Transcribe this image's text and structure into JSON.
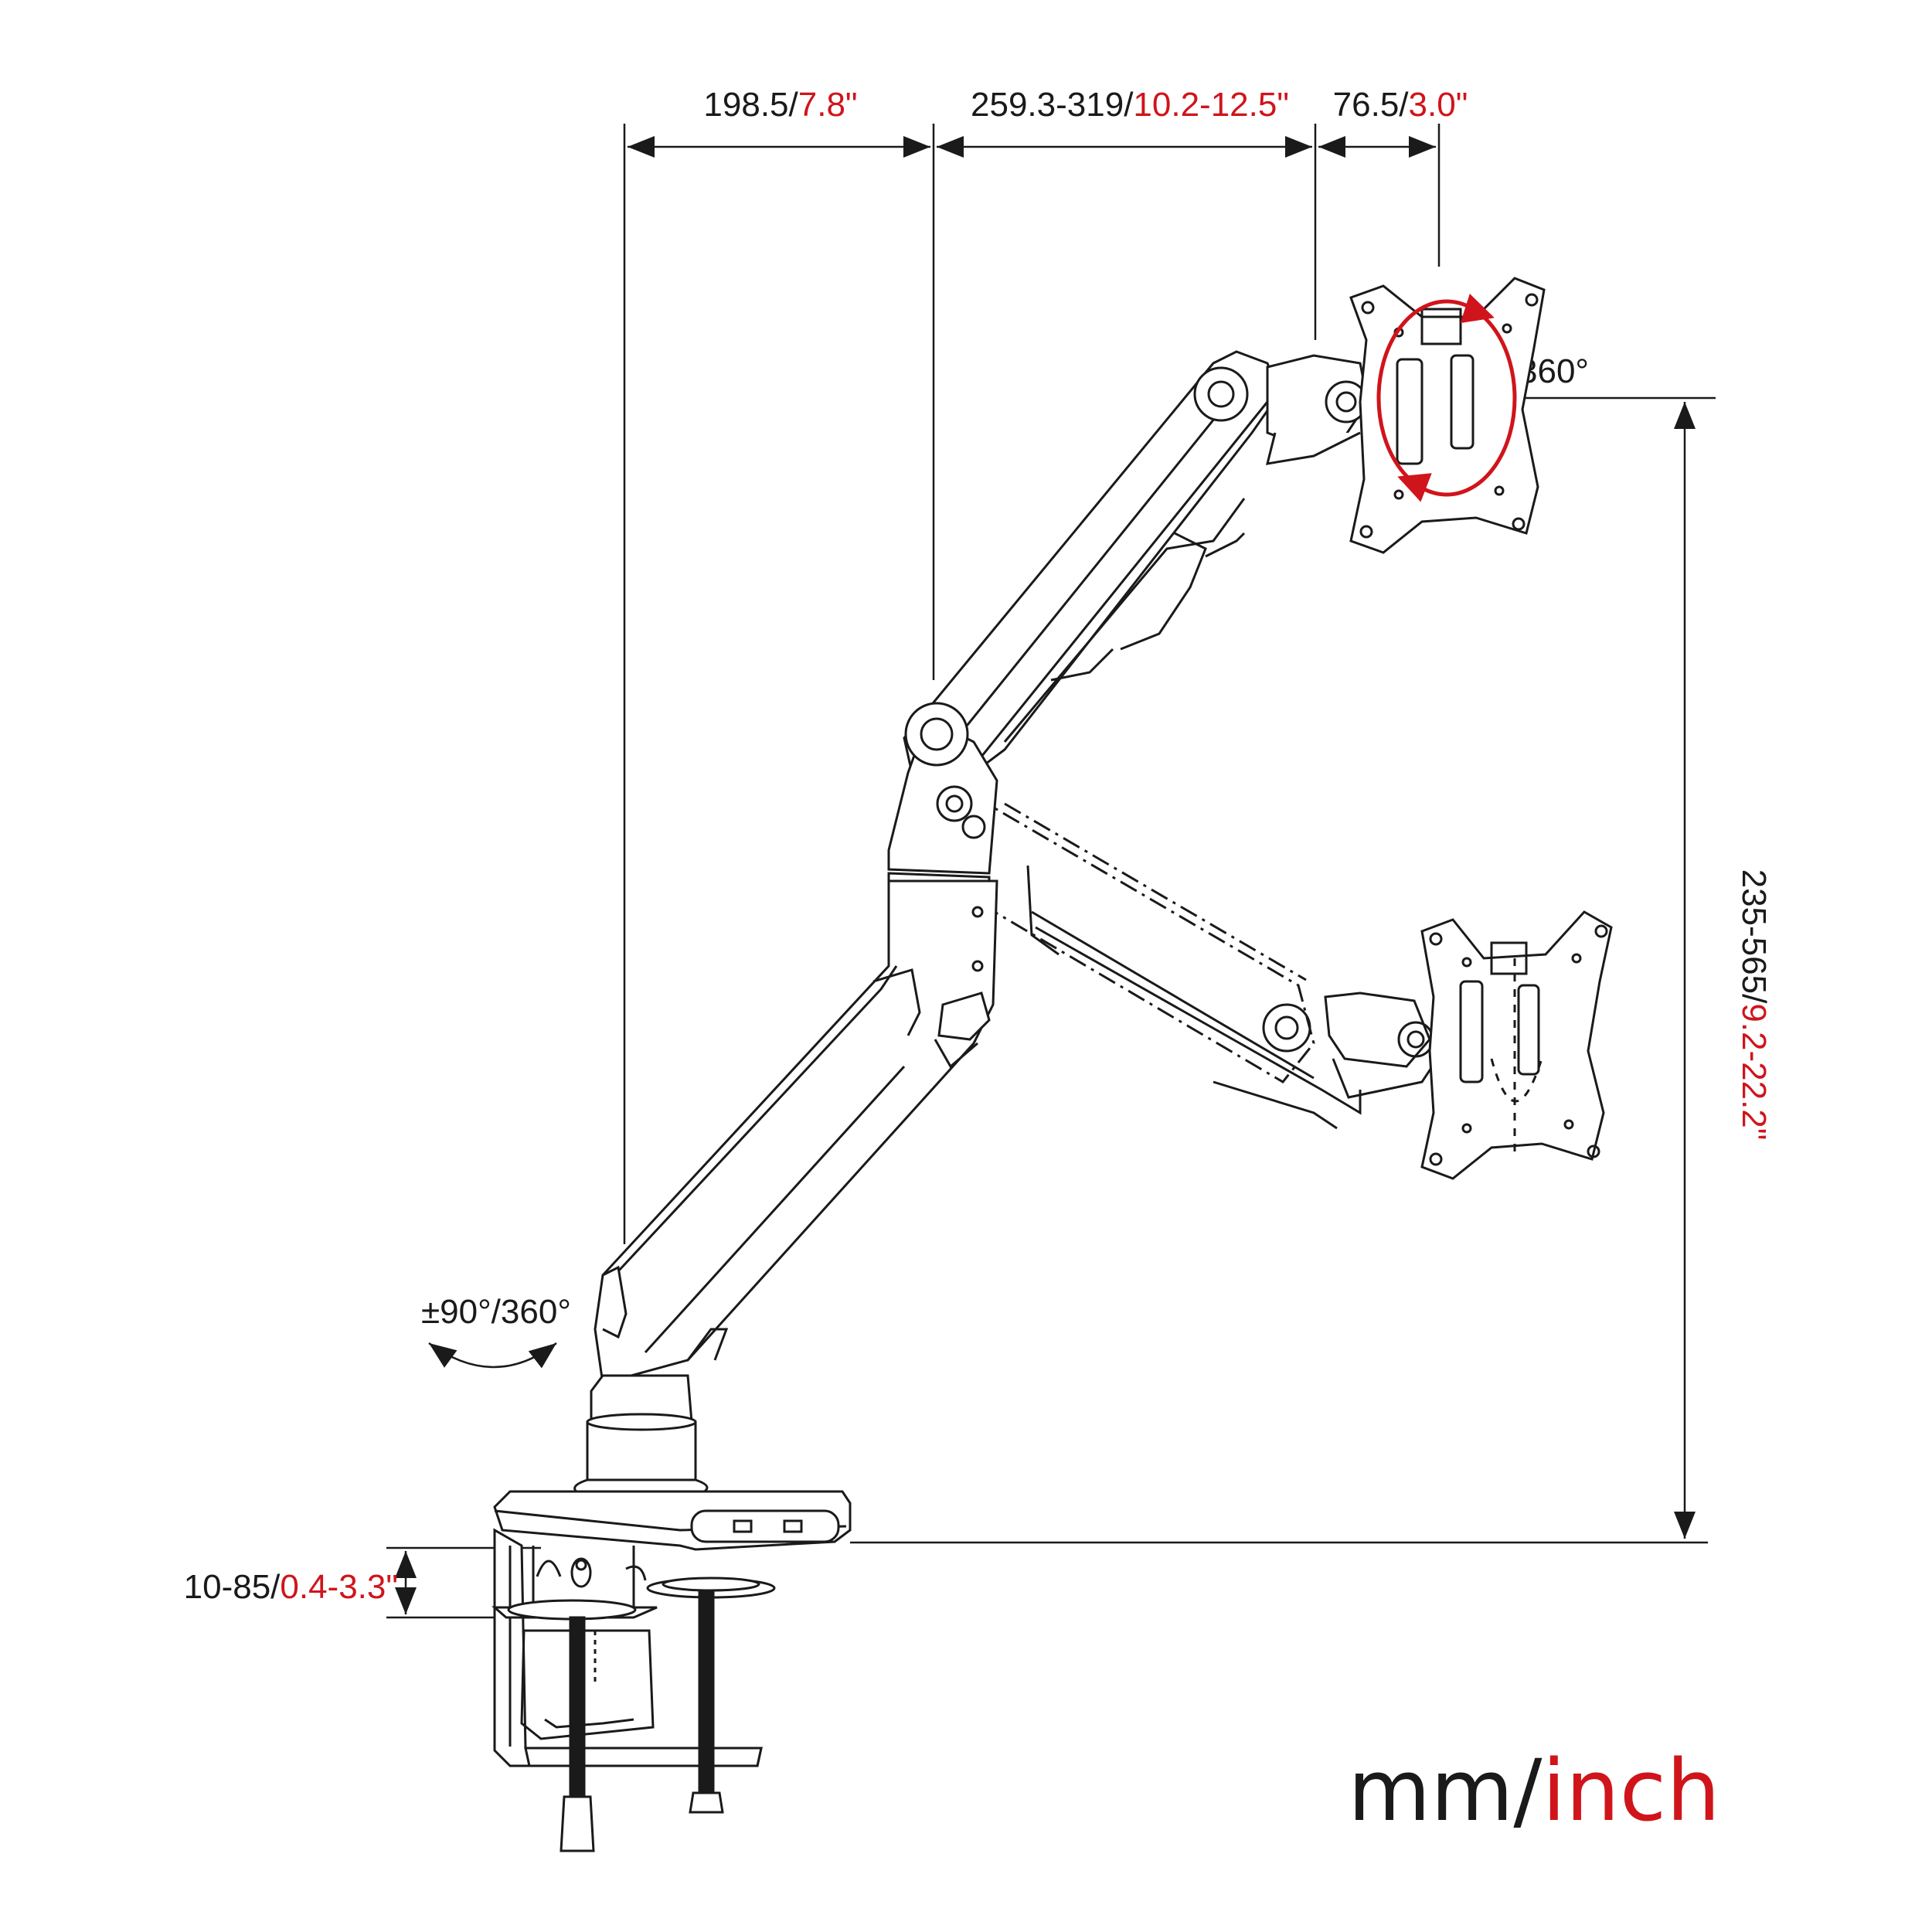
{
  "colors": {
    "line": "#1a1a1a",
    "metric": "#1a1a1a",
    "imperial": "#d0141b"
  },
  "dimensions": {
    "top_left": {
      "metric": "198.5/",
      "imperial": "7.8\""
    },
    "top_middle": {
      "metric": "259.3-319/",
      "imperial": "10.2-12.5\""
    },
    "top_right": {
      "metric": "76.5/",
      "imperial": "3.0\""
    },
    "height": {
      "metric": "235-565/",
      "imperial": "9.2-22.2\""
    },
    "clamp": {
      "metric": "10-85/",
      "imperial": "0.4-3.3\""
    }
  },
  "rotation": {
    "plate": "360°",
    "base": "±90°/360°"
  },
  "units_legend": {
    "metric": "mm/",
    "imperial": "inch"
  },
  "icons": [
    "monitor-arm",
    "vesa-plate",
    "rotation-arrow",
    "desk-clamp",
    "dimension-arrow"
  ]
}
